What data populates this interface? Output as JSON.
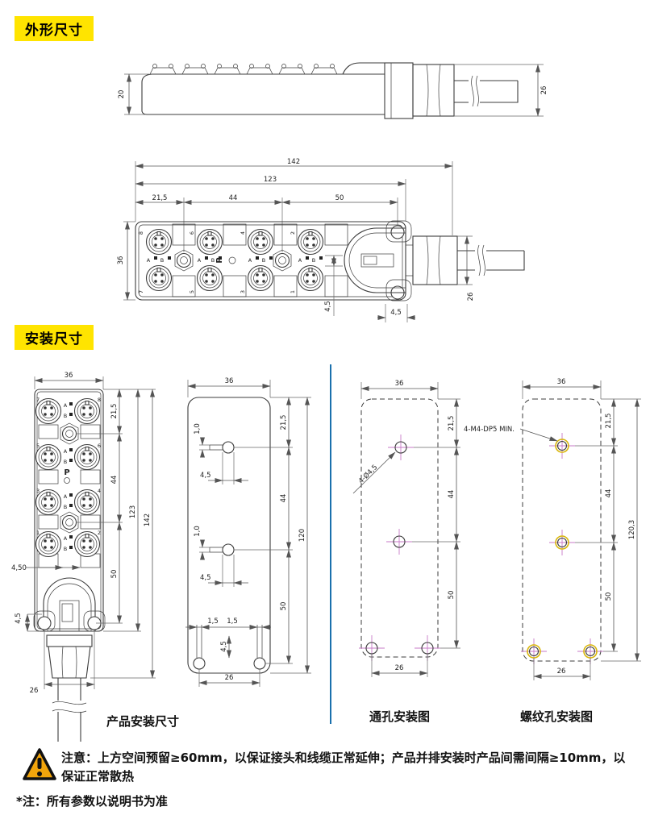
{
  "sections": {
    "outline_title": "外形尺寸",
    "install_title": "安装尺寸"
  },
  "side_view": {
    "dim_height": "20",
    "dim_gland": "26"
  },
  "top_view": {
    "dim_total": "142",
    "dim_body": "123",
    "dim_seg1": "21,5",
    "dim_seg2": "44",
    "dim_seg3": "50",
    "dim_width": "36",
    "dim_slot": "4,5",
    "dim_ear": "4,5",
    "dim_gland": "26",
    "ports_top": [
      "8",
      "6",
      "4",
      "2"
    ],
    "ports_bottom": [
      "7",
      "5",
      "3",
      "1"
    ],
    "led_a": "A",
    "led_b": "B",
    "center_port": "P"
  },
  "product_view": {
    "title": "产品安装尺寸",
    "dim_width": "36",
    "dim_seg1": "21,5",
    "dim_seg2": "44",
    "dim_seg3": "50",
    "dim_body": "123",
    "dim_total": "142",
    "dim_slot": "4,50",
    "dim_ear": "4,5",
    "dim_holes": "26",
    "ports": [
      "7",
      "8",
      "5",
      "6",
      "3",
      "4",
      "1",
      "2"
    ],
    "led_a": "A",
    "led_b": "B",
    "center_port": "P"
  },
  "plate_view": {
    "dim_width": "36",
    "dim_slot_w1": "1,0",
    "dim_hole_d1": "4,5",
    "dim_slot_w2": "1,0",
    "dim_hole_d2": "4,5",
    "dim_bot_slot1": "1,5",
    "dim_bot_slot2": "1,5",
    "dim_bot_offset": "4,5",
    "dim_holes": "26",
    "dim_seg1": "21,5",
    "dim_seg2": "44",
    "dim_seg3": "50",
    "dim_total": "120"
  },
  "through_view": {
    "title": "通孔安装图",
    "dim_width": "36",
    "callout": "4-Ø4,5",
    "dim_seg1": "21,5",
    "dim_seg2": "44",
    "dim_seg3": "50",
    "dim_holes": "26"
  },
  "thread_view": {
    "title": "螺纹孔安装图",
    "dim_width": "36",
    "callout": "4-M4-DP5 MIN.",
    "dim_seg1": "21,5",
    "dim_seg2": "44",
    "dim_seg3": "50",
    "dim_total": "120,3",
    "dim_holes": "26"
  },
  "notes": {
    "warning": "注意：上方空间预留≥60mm，以保证接头和线缆正常延伸；产品并排安装时产品间需间隔≥10mm，以保证正常散热",
    "footnote": "*注：所有参数以说明书为准"
  },
  "colors": {
    "badge_bg": "#ffe400",
    "divider_blue": "#1a70ad",
    "warning_fill": "#f2a50c",
    "crosshair_magenta": "#c77ac7",
    "thread_ring_yellow": "#d9b60a"
  }
}
